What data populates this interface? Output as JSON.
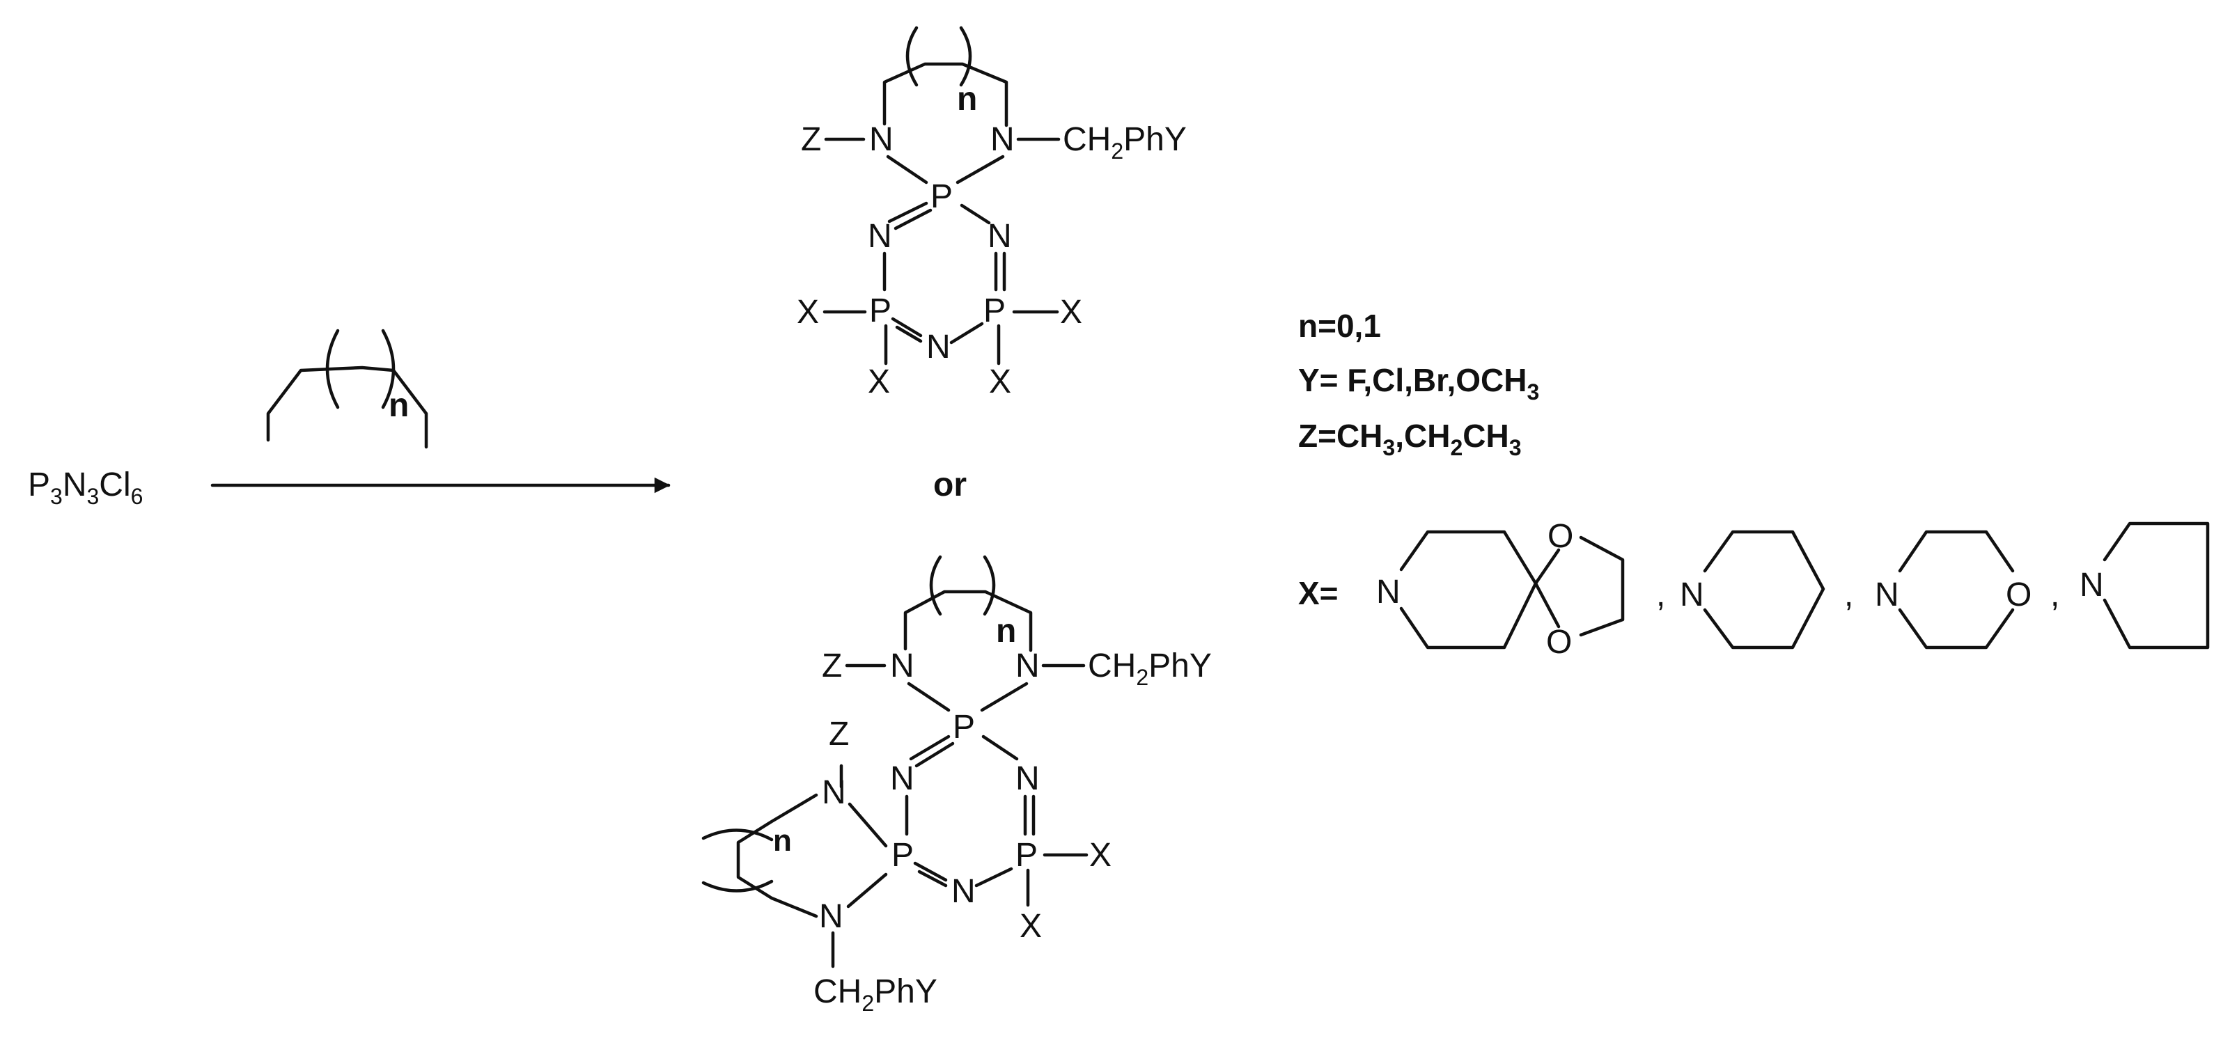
{
  "reactant": {
    "parts": [
      "P",
      "3",
      "N",
      "3",
      "Cl",
      "6"
    ]
  },
  "chain_label": "n",
  "connector": "or",
  "atoms": {
    "N": "N",
    "P": "P",
    "X": "X",
    "Z": "Z",
    "O": "O"
  },
  "group": {
    "prefix": "CH",
    "sub": "2",
    "suffix": "PhY"
  },
  "product_top": {
    "n_label": "n"
  },
  "product_bottom": {
    "n_label": "n",
    "n_label_side": "n"
  },
  "definitions": {
    "n": "n=0,1",
    "y": "Y= F,Cl,Br,OCH",
    "y_sub": "3",
    "z": {
      "p1": "Z=CH",
      "s1": "3",
      "p2": ",CH",
      "s2": "2",
      "p3": "CH",
      "s3": "3"
    },
    "x_label": "X=",
    "separator": ","
  },
  "colors": {
    "ink": "#111111",
    "background": "#ffffff"
  }
}
